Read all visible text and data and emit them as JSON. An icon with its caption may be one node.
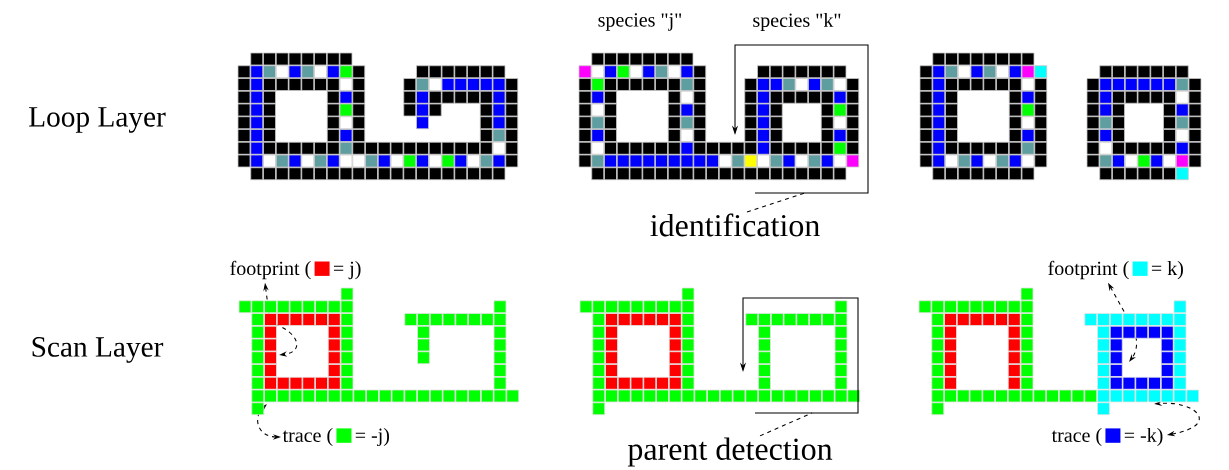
{
  "diagram": {
    "nodes": [
      {
        "text": [
          "Loop Layer"
        ]
      },
      {
        "text": [
          "Scan Layer"
        ]
      },
      {
        "text": [
          "species \"j\""
        ]
      },
      {
        "text": [
          "species \"k\""
        ]
      },
      {
        "text": [
          "identification"
        ]
      },
      {
        "text": [
          "footprint (",
          "= j)"
        ]
      },
      {
        "text": [
          "trace (",
          "= -j)"
        ]
      },
      {
        "text": [
          "parent detection"
        ]
      },
      {
        "text": [
          "footprint (",
          "= k)"
        ]
      },
      {
        "text": [
          "trace (",
          "= -k)"
        ]
      }
    ],
    "edges": [
      {
        "from": 5,
        "to": null,
        "arrow": "both",
        "style": "dashed"
      },
      {
        "from": 6,
        "to": null,
        "arrow": "both",
        "style": "dashed"
      },
      {
        "from": 4,
        "to": null,
        "arrow": "none",
        "style": "dashed"
      },
      {
        "from": 7,
        "to": null,
        "arrow": "none",
        "style": "dashed"
      },
      {
        "from": 8,
        "to": null,
        "arrow": "both",
        "style": "dashed"
      },
      {
        "from": 9,
        "to": null,
        "arrow": "both",
        "style": "dashed"
      }
    ]
  }
}
